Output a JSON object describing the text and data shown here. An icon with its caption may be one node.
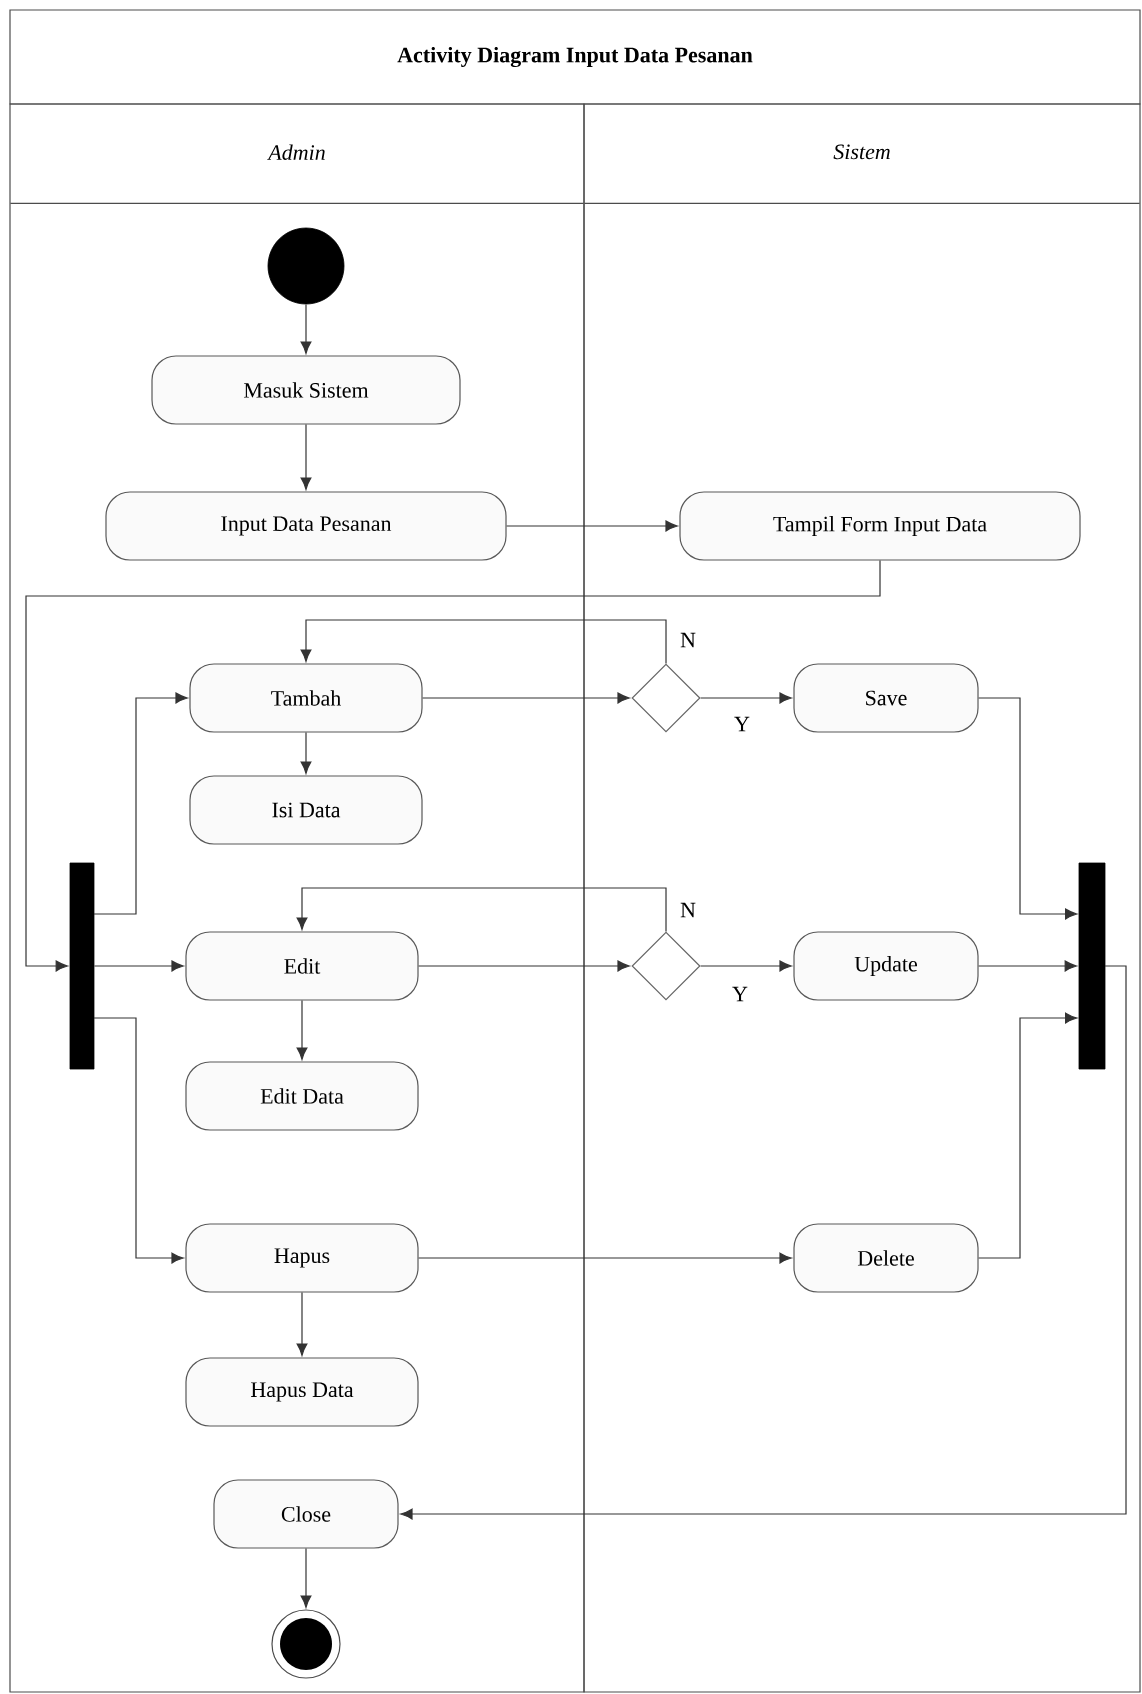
{
  "diagram": {
    "title": "Activity Diagram Input Data Pesanan",
    "nodes": [
      {
        "text": [
          "Admin"
        ]
      },
      {
        "text": [
          "Sistem"
        ]
      },
      {
        "text": [],
        "shape": "circle",
        "in": 0
      },
      {
        "text": [
          "Masuk Sistem"
        ],
        "in": 0
      },
      {
        "text": [
          "Input Data Pesanan"
        ],
        "in": 0
      },
      {
        "text": [
          "Tampil Form Input Data"
        ],
        "in": 1
      },
      {
        "text": [],
        "shape": "bar",
        "in": 0
      },
      {
        "text": [
          "Tambah"
        ],
        "in": 0
      },
      {
        "text": [
          "Isi Data"
        ],
        "in": 0
      },
      {
        "text": [
          "Edit"
        ],
        "in": 0
      },
      {
        "text": [
          "Edit Data"
        ],
        "in": 0
      },
      {
        "text": [
          "Hapus"
        ],
        "in": 0
      },
      {
        "text": [
          "Hapus Data"
        ],
        "in": 0
      },
      {
        "text": [
          "Close"
        ],
        "in": 0
      },
      {
        "text": [],
        "shape": "circle",
        "in": 0
      },
      {
        "text": [],
        "shape": "diamond",
        "in": 1
      },
      {
        "text": [
          "Save"
        ],
        "in": 1
      },
      {
        "text": [],
        "shape": "diamond",
        "in": 1
      },
      {
        "text": [
          "Update"
        ],
        "in": 1
      },
      {
        "text": [
          "Delete"
        ],
        "in": 1
      },
      {
        "text": [],
        "shape": "bar",
        "in": 1
      }
    ],
    "edges": [
      {
        "from": 2,
        "to": 3,
        "arrow": "to"
      },
      {
        "from": 3,
        "to": 4,
        "arrow": "to"
      },
      {
        "from": 4,
        "to": 5,
        "arrow": "to"
      },
      {
        "from": 5,
        "to": 6,
        "arrow": "to"
      },
      {
        "from": 6,
        "to": 7,
        "arrow": "to"
      },
      {
        "from": 6,
        "to": 9,
        "arrow": "to"
      },
      {
        "from": 6,
        "to": 11,
        "arrow": "to"
      },
      {
        "from": 7,
        "to": 8,
        "arrow": "to"
      },
      {
        "from": 7,
        "to": 15,
        "arrow": "to"
      },
      {
        "from": 15,
        "to": 16,
        "arrow": "to",
        "label": "Y"
      },
      {
        "from": 15,
        "to": 7,
        "arrow": "to",
        "label": "N"
      },
      {
        "from": 9,
        "to": 10,
        "arrow": "to"
      },
      {
        "from": 9,
        "to": 17,
        "arrow": "to"
      },
      {
        "from": 17,
        "to": 18,
        "arrow": "to",
        "label": "Y"
      },
      {
        "from": 17,
        "to": 9,
        "arrow": "to",
        "label": "N"
      },
      {
        "from": 11,
        "to": 12,
        "arrow": "to"
      },
      {
        "from": 11,
        "to": 19,
        "arrow": "to"
      },
      {
        "from": 16,
        "to": 20,
        "arrow": "to"
      },
      {
        "from": 18,
        "to": 20,
        "arrow": "to"
      },
      {
        "from": 19,
        "to": 20,
        "arrow": "to"
      },
      {
        "from": 20,
        "to": 13,
        "arrow": "to"
      },
      {
        "from": 13,
        "to": 14,
        "arrow": "to"
      }
    ]
  }
}
